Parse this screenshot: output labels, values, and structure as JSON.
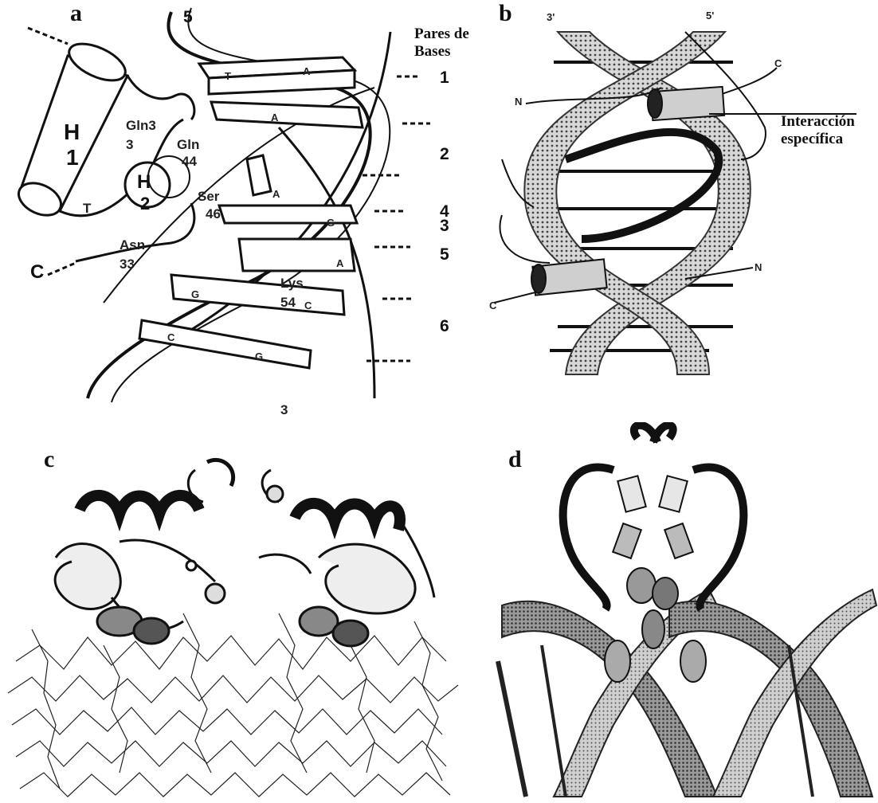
{
  "panels": {
    "a": {
      "label": "a"
    },
    "b": {
      "label": "b"
    },
    "c": {
      "label": "c"
    },
    "d": {
      "label": "d"
    }
  },
  "panel_a": {
    "header": "Pares de Bases",
    "strand_top": "5",
    "strand_bottom": "3",
    "helix1": [
      "H",
      "1"
    ],
    "helix2": [
      "H",
      "2"
    ],
    "residues": [
      "Gln3",
      "3",
      "Gln",
      "44",
      "Ser",
      "46",
      "Asn",
      "33",
      "Lys",
      "54",
      "C",
      "T"
    ],
    "base_pair_numbers": [
      "1",
      "2",
      "4",
      "3",
      "5",
      "6"
    ],
    "bases": [
      "T",
      "A",
      "A",
      "A",
      "G",
      "A",
      "G",
      "C",
      "C",
      "G"
    ]
  },
  "panel_b": {
    "end_3": "3'",
    "end_5": "5'",
    "n_top": "N",
    "c_top": "C",
    "n_bottom": "N",
    "c_bottom": "C",
    "annotation_line1": "Interacción",
    "annotation_line2": "específica"
  },
  "colors": {
    "ink": "#111111",
    "paper": "#ffffff",
    "gray": "#9a9a9a"
  }
}
